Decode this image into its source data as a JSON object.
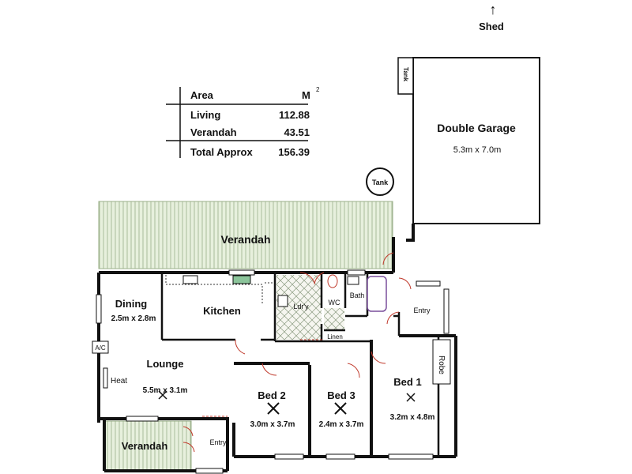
{
  "shed": {
    "arrow": "↑",
    "label": "Shed"
  },
  "area_table": {
    "header_label": "Area",
    "header_unit": "M",
    "unit_superscript": "2",
    "rows": [
      {
        "label": "Living",
        "value": "112.88"
      },
      {
        "label": "Verandah",
        "value": "43.51"
      }
    ],
    "total": {
      "label": "Total Approx",
      "value": "156.39"
    }
  },
  "garage": {
    "name": "Double Garage",
    "size": "5.3m x 7.0m",
    "tank": "Tank"
  },
  "tank_circle": "Tank",
  "rooms": {
    "verandah_top": "Verandah",
    "dining": {
      "name": "Dining",
      "size": "2.5m x 2.8m"
    },
    "kitchen": "Kitchen",
    "laundry": "Ldr'y",
    "wc": "WC",
    "bath": "Bath",
    "linen": "Linen",
    "entry_right": "Entry",
    "ac": "A/C",
    "heat": "Heat",
    "lounge": {
      "name": "Lounge",
      "size": "5.5m x 3.1m"
    },
    "bed2": {
      "name": "Bed 2",
      "size": "3.0m x 3.7m"
    },
    "bed3": {
      "name": "Bed 3",
      "size": "2.4m x 3.7m"
    },
    "bed1": {
      "name": "Bed 1",
      "size": "3.2m x 4.8m"
    },
    "robe": "Robe",
    "verandah_bottom": "Verandah",
    "entry_bottom": "Entry"
  }
}
